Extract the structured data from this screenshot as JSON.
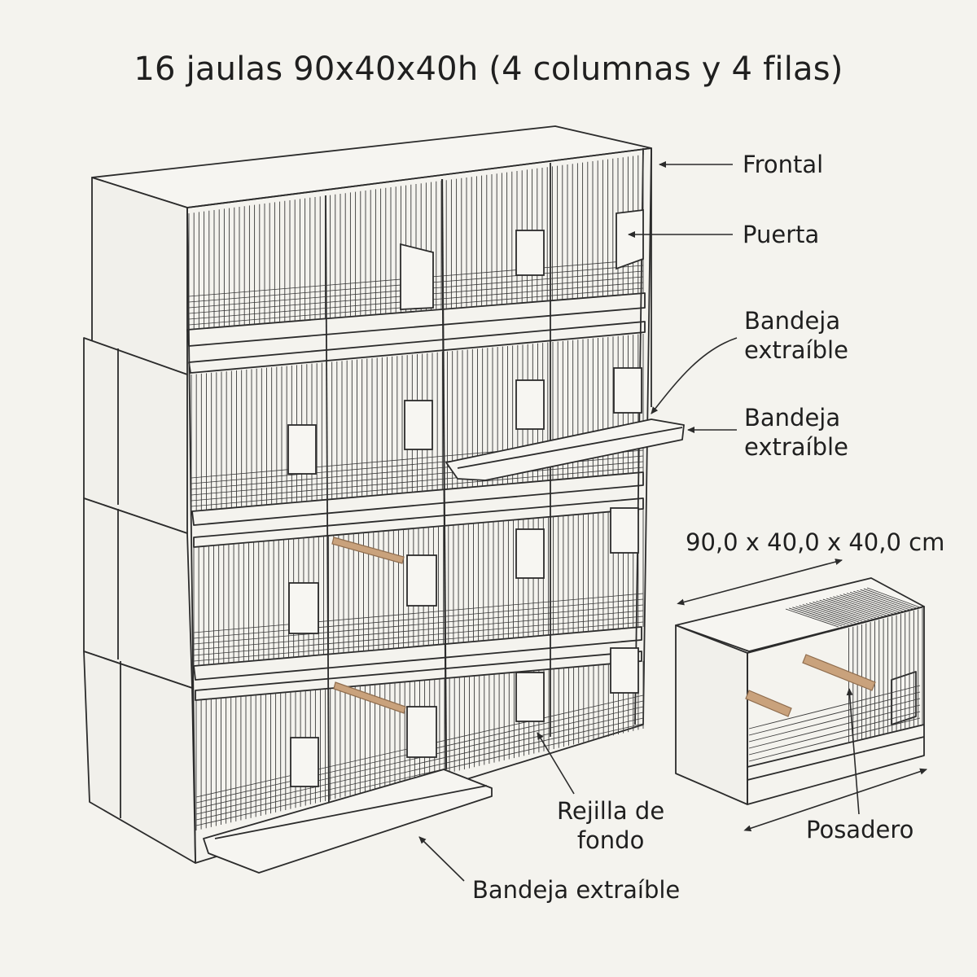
{
  "title": "16 jaulas 90x40x40h (4 columnas y 4 filas)",
  "labels": {
    "frontal": "Frontal",
    "puerta": "Puerta",
    "bandeja_1": [
      "Bandeja",
      "extraíble"
    ],
    "bandeja_2": [
      "Bandeja",
      "extraíble"
    ],
    "dimensions": "90,0 x 40,0 x 40,0 cm",
    "rejilla": [
      "Rejilla de",
      "fondo"
    ],
    "posadero": "Posadero",
    "bandeja_bottom": "Bandeja extraíble"
  },
  "colors": {
    "background": "#f4f3ee",
    "line": "#2b2b2b",
    "perch": "#c9a27c"
  }
}
